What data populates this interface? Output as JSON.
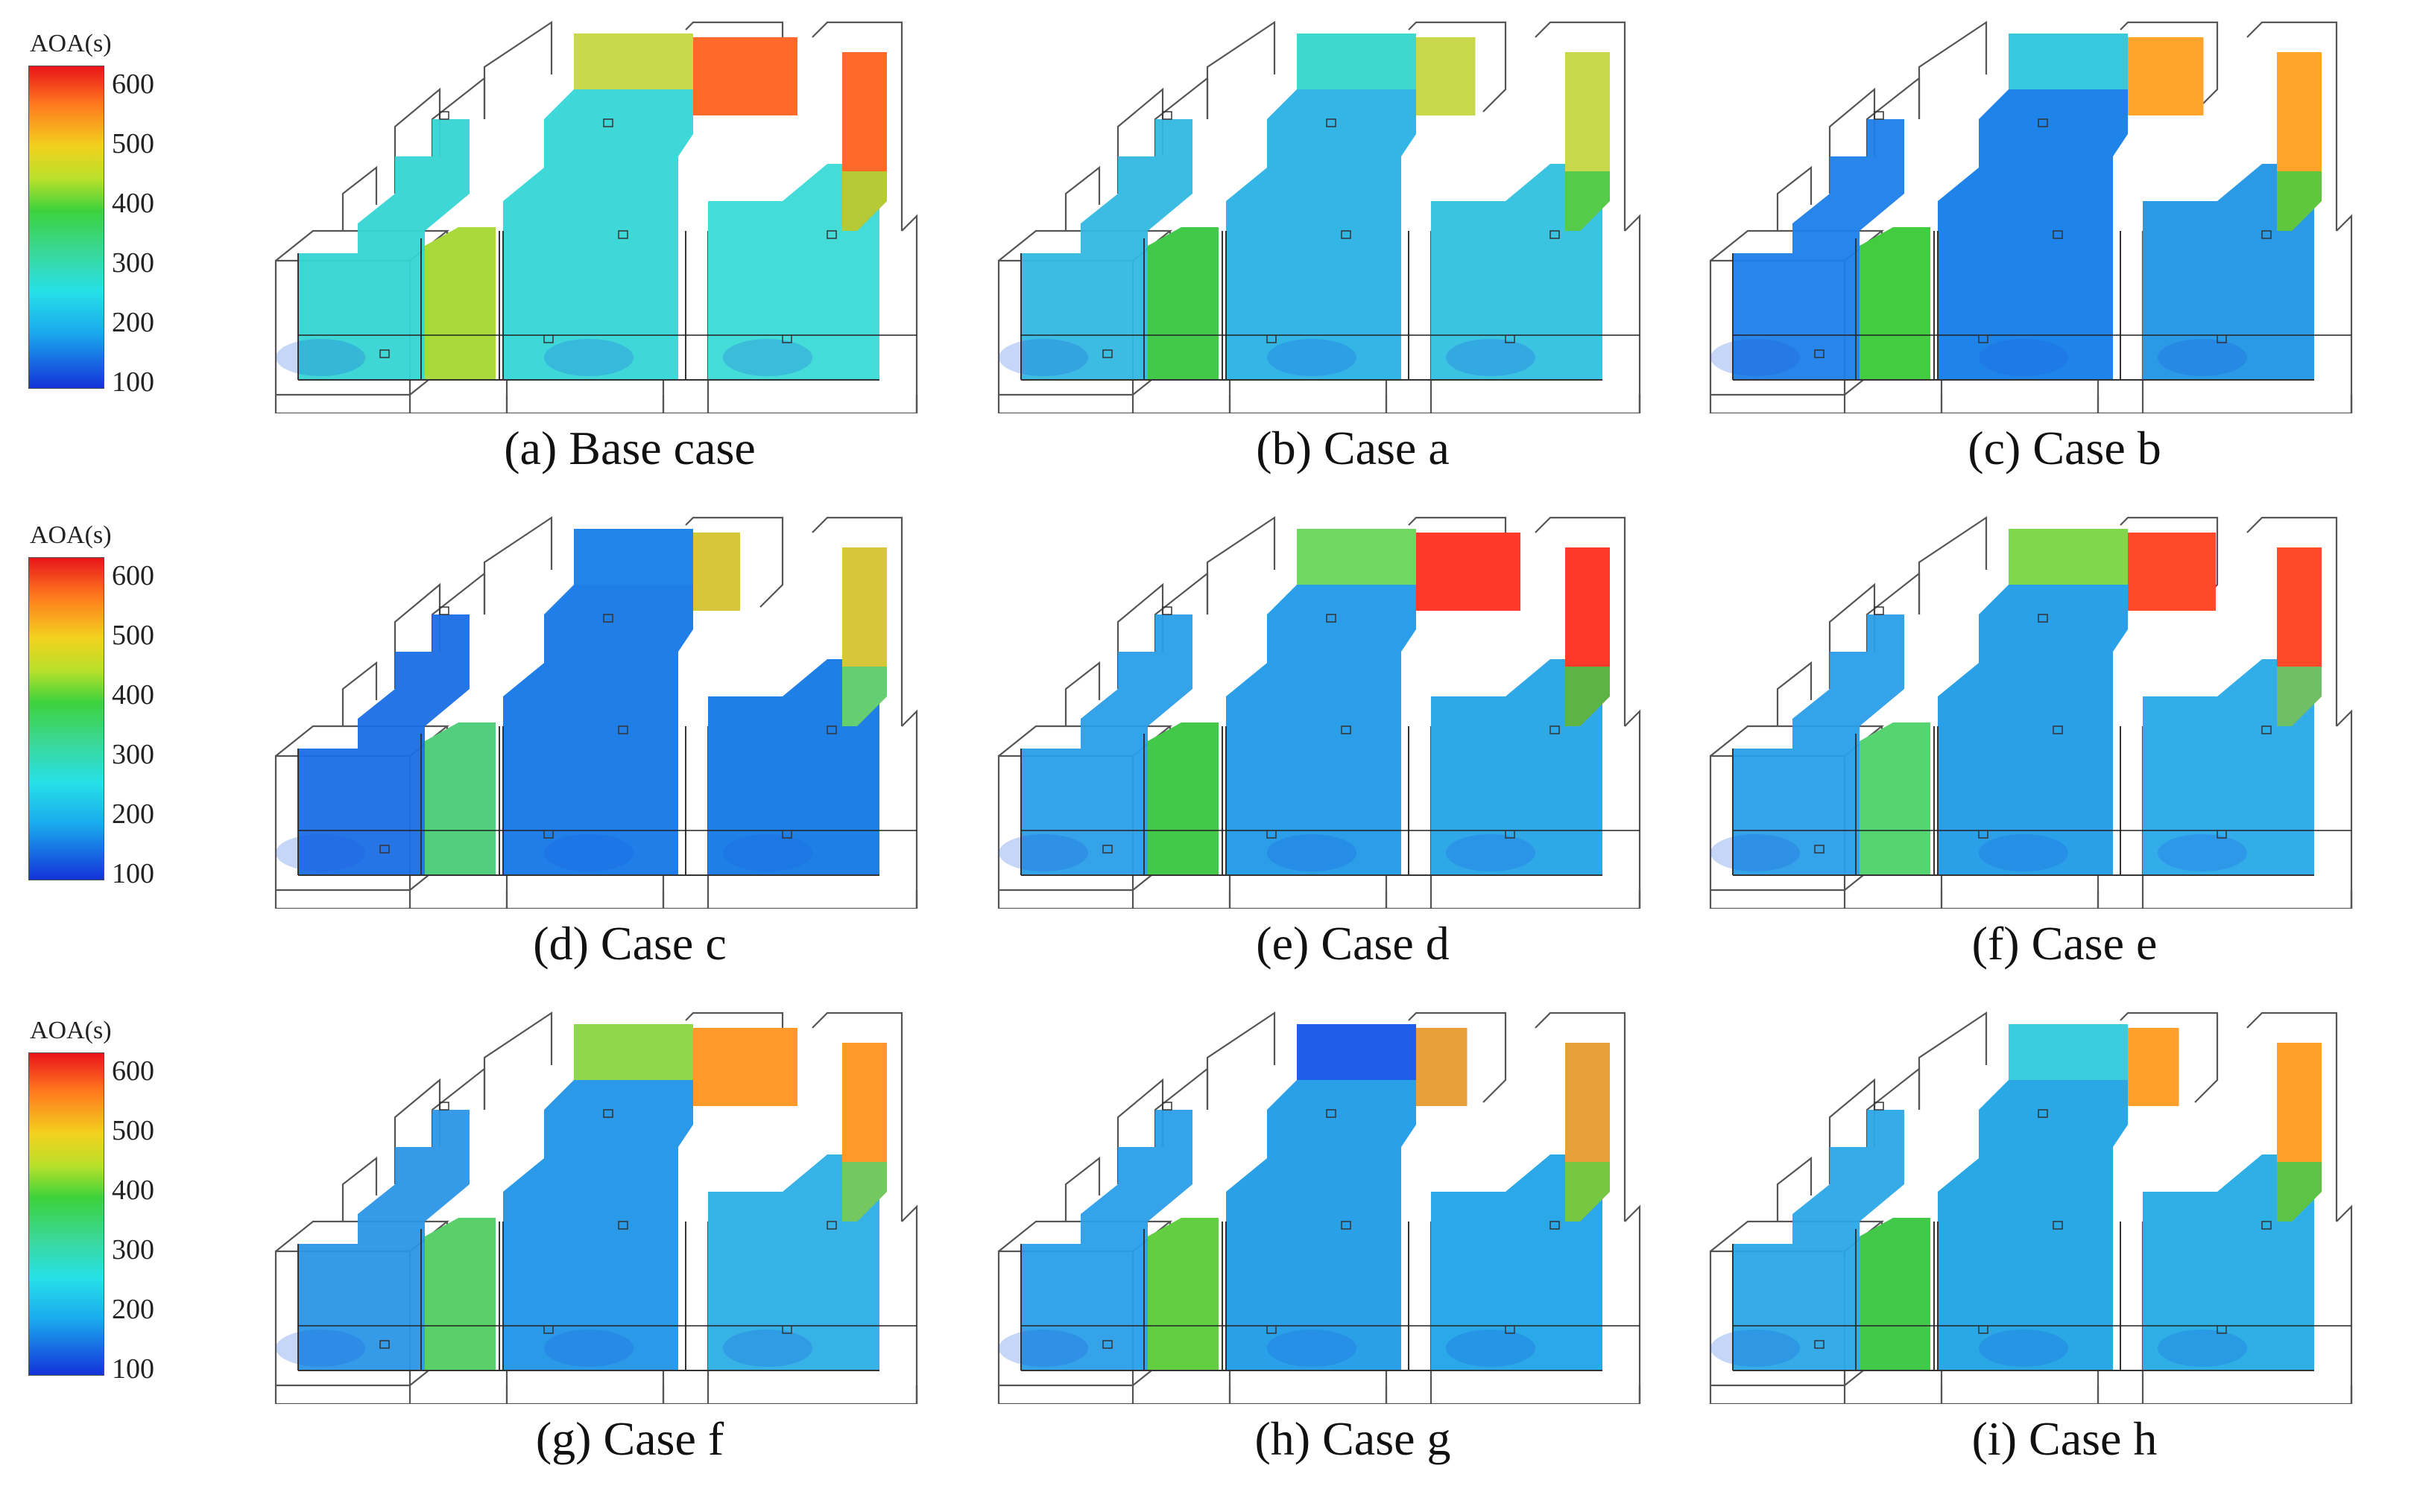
{
  "legend": {
    "title": "AOA(s)",
    "ticks": [
      "600",
      "500",
      "400",
      "300",
      "200",
      "100"
    ]
  },
  "panels": [
    {
      "caption": "(a) Base case",
      "hot": 1.0,
      "top": "#c8d84a",
      "tube": "#ff6a2a",
      "left": "#35d4d4",
      "mid": "#3fd8d8",
      "right": "#44dcd8",
      "inset": "#a9d93a"
    },
    {
      "caption": "(b) Case a",
      "hot": 0.45,
      "top": "#3ed8cf",
      "tube": "#c8d84a",
      "left": "#32b8e0",
      "mid": "#33b6e6",
      "right": "#3ac4e2",
      "inset": "#42c94a"
    },
    {
      "caption": "(c) Case b",
      "hot": 0.65,
      "top": "#36c9de",
      "tube": "#ffa42a",
      "left": "#1c7ee8",
      "mid": "#1f84ea",
      "right": "#2a9ae6",
      "inset": "#44cc40"
    },
    {
      "caption": "(d) Case c",
      "hot": 0.3,
      "top": "#1f86e8",
      "tube": "#d8c63a",
      "left": "#1a6ee6",
      "mid": "#1f7ee8",
      "right": "#1e80e6",
      "inset": "#52cf7c"
    },
    {
      "caption": "(e) Case d",
      "hot": 1.0,
      "top": "#6ed860",
      "tube": "#ff3a2a",
      "left": "#2a9ee8",
      "mid": "#2a9ee8",
      "right": "#2fa8e8",
      "inset": "#42c94a"
    },
    {
      "caption": "(f) Case e",
      "hot": 0.8,
      "top": "#7ed84a",
      "tube": "#ff4a2a",
      "left": "#2a9ee8",
      "mid": "#2aa0e8",
      "right": "#33acea",
      "inset": "#56d470"
    },
    {
      "caption": "(g) Case f",
      "hot": 1.0,
      "top": "#8ed84a",
      "tube": "#ff9a2a",
      "left": "#2a96e8",
      "mid": "#2a9ae8",
      "right": "#36b2e6",
      "inset": "#5ad06a"
    },
    {
      "caption": "(h) Case g",
      "hot": 0.35,
      "top": "#1e5ee8",
      "tube": "#e8a03a",
      "left": "#2a9ee8",
      "mid": "#2aa0e8",
      "right": "#2aa8e8",
      "inset": "#62cf42"
    },
    {
      "caption": "(i) Case h",
      "hot": 0.35,
      "top": "#3acde0",
      "tube": "#ffa02a",
      "left": "#2aa8e6",
      "mid": "#2aa8e6",
      "right": "#2eb0e6",
      "inset": "#42c94a"
    }
  ]
}
